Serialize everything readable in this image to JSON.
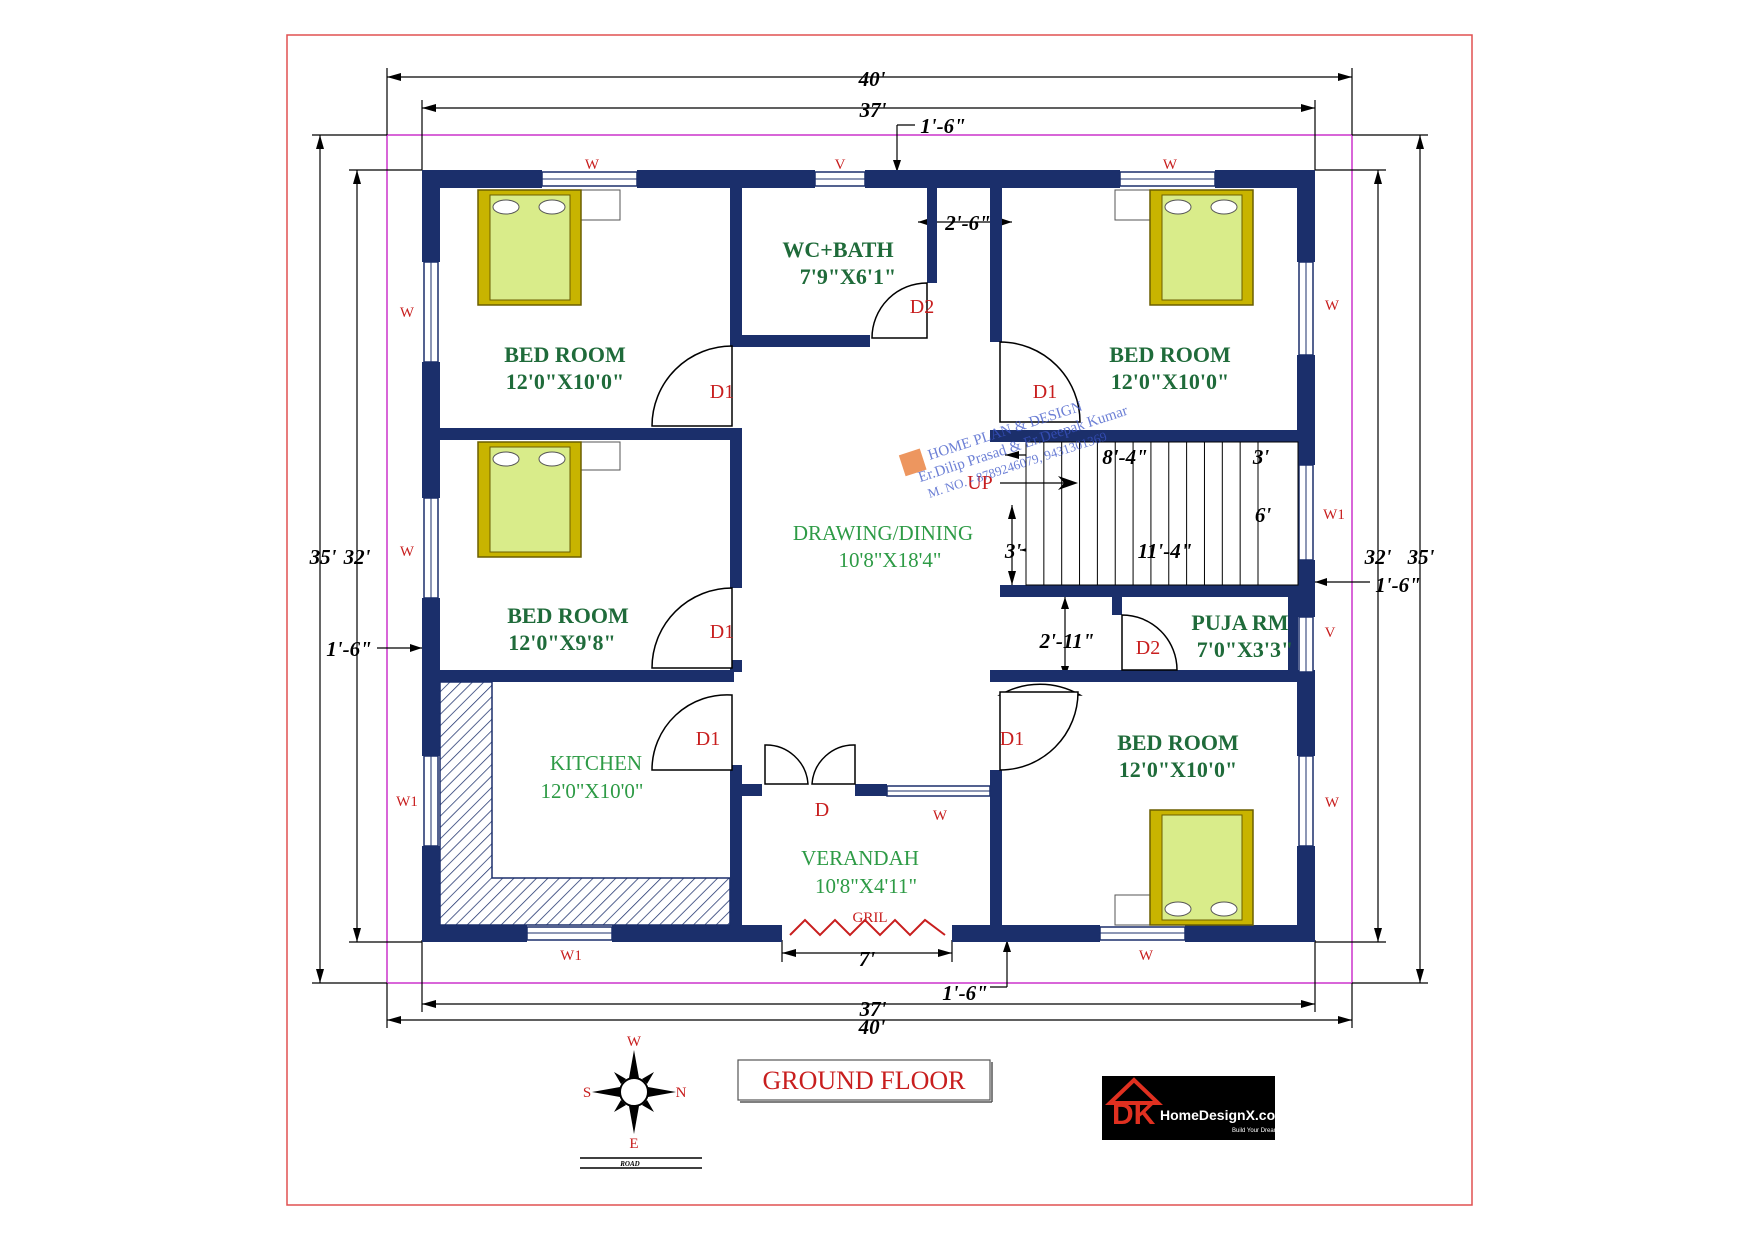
{
  "dimensions": {
    "top_overall": "40'",
    "top_inner": "37'",
    "bottom_inner": "37'",
    "bottom_overall": "40'",
    "left_overall": "35'",
    "left_inner": "32'",
    "right_inner": "32'",
    "right_overall": "35'",
    "top_offset": "1'-6\"",
    "bottom_offset": "1'-6\"",
    "left_offset": "1'-6\"",
    "right_offset": "1'-6\"",
    "passage": "2'-6\"",
    "stair_width": "8'-4\"",
    "stair_right": "3'",
    "stair_height": "6'",
    "stair_left": "3'",
    "stair_length": "11'-4\"",
    "puja_gap": "2'-11\"",
    "gate": "7'"
  },
  "rooms": {
    "bed_tl": {
      "name": "BED ROOM",
      "size": "12'0\"X10'0\""
    },
    "bath": {
      "name": "WC+BATH",
      "size": "7'9\"X6'1\""
    },
    "bed_tr": {
      "name": "BED ROOM",
      "size": "12'0\"X10'0\""
    },
    "bed_ml": {
      "name": "BED ROOM",
      "size": "12'0\"X9'8\""
    },
    "drawing": {
      "name": "DRAWING/DINING",
      "size": "10'8\"X18'4\""
    },
    "puja": {
      "name": "PUJA RM",
      "size": "7'0\"X3'3\""
    },
    "kitchen": {
      "name": "KITCHEN",
      "size": "12'0\"X10'0\""
    },
    "bed_br": {
      "name": "BED ROOM",
      "size": "12'0\"X10'0\""
    },
    "verandah": {
      "name": "VERANDAH",
      "size": "10'8\"X4'11\""
    }
  },
  "labels": {
    "w": "W",
    "v": "V",
    "w1": "W1",
    "d": "D",
    "d1": "D1",
    "d2": "D2",
    "up": "UP",
    "gril": "GRIL"
  },
  "title": "GROUND FLOOR",
  "compass": {
    "n": "N",
    "s": "S",
    "e": "E",
    "w": "W",
    "road": "ROAD"
  },
  "watermark": {
    "line1": "HOME PLAN & DESIGN",
    "line2": "Er.Dilip Prasad & Er.Deepak Kumar",
    "line3": "M. NO. - 8789246079, 9431301369"
  },
  "logo": {
    "letters": "DK",
    "text": "HomeDesignX.com",
    "tagline": "Build Your Dream"
  },
  "colors": {
    "wall": "#1b2f6b",
    "border": "#e05050",
    "plot": "#cc33cc",
    "room_text": "#1f6b3a",
    "label": "#c81e1e",
    "bed": "#c8b400"
  }
}
